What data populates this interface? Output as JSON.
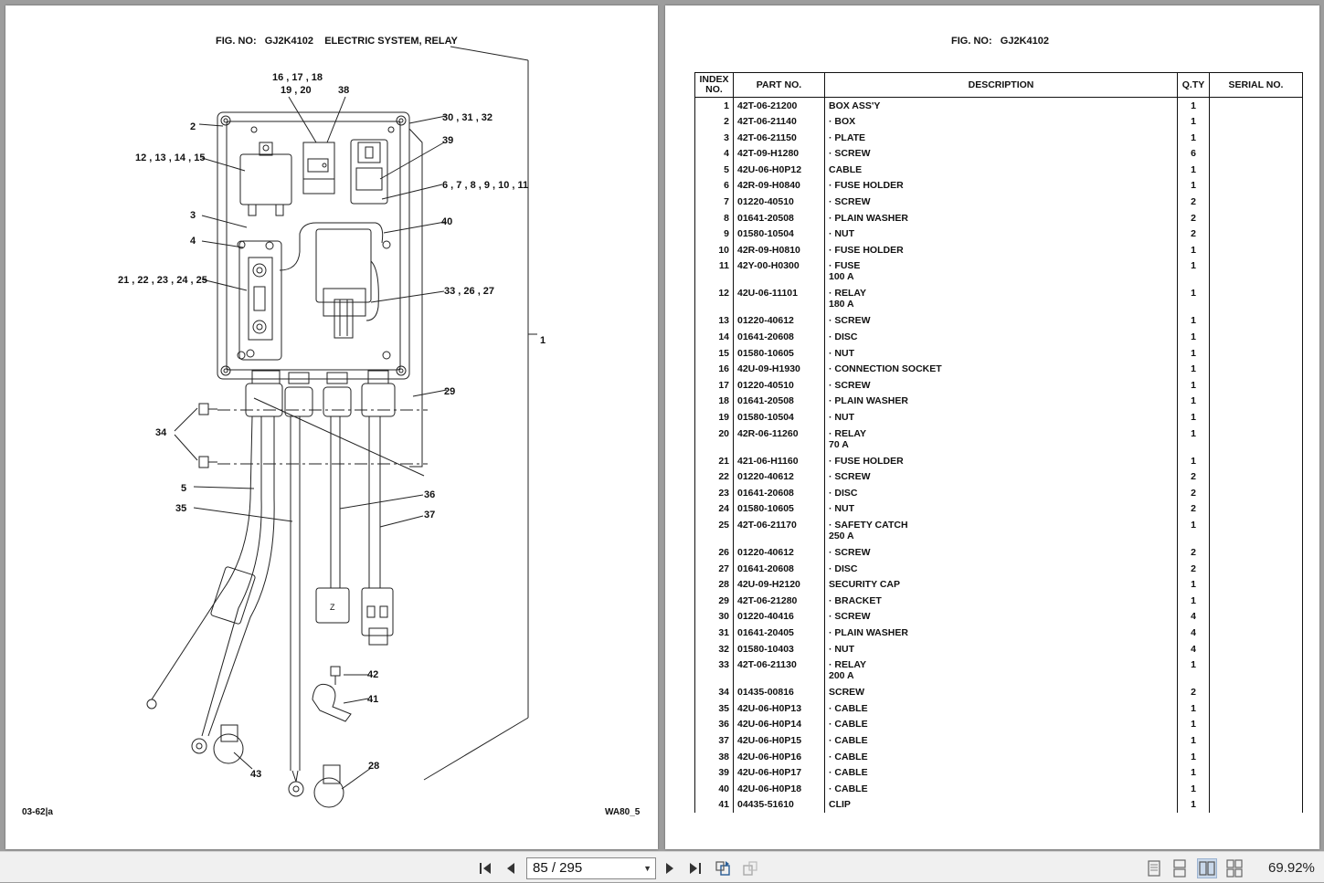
{
  "left_page": {
    "fig_title": "FIG. NO:   GJ2K4102    ELECTRIC SYSTEM, RELAY",
    "callouts": {
      "c_16_17_18": "16 , 17 , 18",
      "c_19_20": "19 , 20",
      "c_38": "38",
      "c_2": "2",
      "c_30_31_32": "30 , 31 , 32",
      "c_39": "39",
      "c_12_15": "12 , 13 , 14 , 15",
      "c_6_11": "6 , 7 , 8 , 9 , 10 , 11",
      "c_3": "3",
      "c_40": "40",
      "c_4": "4",
      "c_21_25": "21 , 22 , 23 , 24 , 25",
      "c_33_26_27": "33 , 26 , 27",
      "c_1": "1",
      "c_29": "29",
      "c_34": "34",
      "c_5": "5",
      "c_35": "35",
      "c_36": "36",
      "c_37": "37",
      "c_42": "42",
      "c_41": "41",
      "c_43": "43",
      "c_28": "28",
      "connector_letter": "Z"
    },
    "footer_left": "03-62|a",
    "footer_right": "WA80_5"
  },
  "right_page": {
    "fig_title": "FIG. NO:   GJ2K4102",
    "headers": {
      "index_line1": "INDEX",
      "index_line2": "NO.",
      "part_no": "PART NO.",
      "description": "DESCRIPTION",
      "qty": "Q.TY",
      "serial": "SERIAL NO."
    },
    "rows": [
      {
        "index": "1",
        "part": "42T-06-21200",
        "desc": "BOX ASS'Y",
        "sub": "",
        "qty": "1"
      },
      {
        "index": "2",
        "part": "42T-06-21140",
        "desc": "·  BOX",
        "sub": "",
        "qty": "1"
      },
      {
        "index": "3",
        "part": "42T-06-21150",
        "desc": "·  PLATE",
        "sub": "",
        "qty": "1"
      },
      {
        "index": "4",
        "part": "42T-09-H1280",
        "desc": "·  SCREW",
        "sub": "",
        "qty": "6"
      },
      {
        "index": "5",
        "part": "42U-06-H0P12",
        "desc": "CABLE",
        "sub": "",
        "qty": "1"
      },
      {
        "index": "6",
        "part": "42R-09-H0840",
        "desc": "·  FUSE HOLDER",
        "sub": "",
        "qty": "1"
      },
      {
        "index": "7",
        "part": "01220-40510",
        "desc": "·  SCREW",
        "sub": "",
        "qty": "2"
      },
      {
        "index": "8",
        "part": "01641-20508",
        "desc": "·  PLAIN WASHER",
        "sub": "",
        "qty": "2"
      },
      {
        "index": "9",
        "part": "01580-10504",
        "desc": "·  NUT",
        "sub": "",
        "qty": "2"
      },
      {
        "index": "10",
        "part": "42R-09-H0810",
        "desc": "·  FUSE HOLDER",
        "sub": "",
        "qty": "1"
      },
      {
        "index": "11",
        "part": "42Y-00-H0300",
        "desc": "·  FUSE",
        "sub": "100 A",
        "qty": "1"
      },
      {
        "index": "12",
        "part": "42U-06-11101",
        "desc": "·  RELAY",
        "sub": "180 A",
        "qty": "1"
      },
      {
        "index": "13",
        "part": "01220-40612",
        "desc": "·  SCREW",
        "sub": "",
        "qty": "1"
      },
      {
        "index": "14",
        "part": "01641-20608",
        "desc": "·  DISC",
        "sub": "",
        "qty": "1"
      },
      {
        "index": "15",
        "part": "01580-10605",
        "desc": "·  NUT",
        "sub": "",
        "qty": "1"
      },
      {
        "index": "16",
        "part": "42U-09-H1930",
        "desc": "·  CONNECTION SOCKET",
        "sub": "",
        "qty": "1"
      },
      {
        "index": "17",
        "part": "01220-40510",
        "desc": "·  SCREW",
        "sub": "",
        "qty": "1"
      },
      {
        "index": "18",
        "part": "01641-20508",
        "desc": "·  PLAIN WASHER",
        "sub": "",
        "qty": "1"
      },
      {
        "index": "19",
        "part": "01580-10504",
        "desc": "·  NUT",
        "sub": "",
        "qty": "1"
      },
      {
        "index": "20",
        "part": "42R-06-11260",
        "desc": "·  RELAY",
        "sub": "70 A",
        "qty": "1"
      },
      {
        "index": "21",
        "part": "421-06-H1160",
        "desc": "·  FUSE HOLDER",
        "sub": "",
        "qty": "1"
      },
      {
        "index": "22",
        "part": "01220-40612",
        "desc": "·  SCREW",
        "sub": "",
        "qty": "2"
      },
      {
        "index": "23",
        "part": "01641-20608",
        "desc": "·  DISC",
        "sub": "",
        "qty": "2"
      },
      {
        "index": "24",
        "part": "01580-10605",
        "desc": "·  NUT",
        "sub": "",
        "qty": "2"
      },
      {
        "index": "25",
        "part": "42T-06-21170",
        "desc": "·  SAFETY CATCH",
        "sub": "250 A",
        "qty": "1"
      },
      {
        "index": "26",
        "part": "01220-40612",
        "desc": "·  SCREW",
        "sub": "",
        "qty": "2"
      },
      {
        "index": "27",
        "part": "01641-20608",
        "desc": "·  DISC",
        "sub": "",
        "qty": "2"
      },
      {
        "index": "28",
        "part": "42U-09-H2120",
        "desc": "SECURITY CAP",
        "sub": "",
        "qty": "1"
      },
      {
        "index": "29",
        "part": "42T-06-21280",
        "desc": "·  BRACKET",
        "sub": "",
        "qty": "1"
      },
      {
        "index": "30",
        "part": "01220-40416",
        "desc": "·  SCREW",
        "sub": "",
        "qty": "4"
      },
      {
        "index": "31",
        "part": "01641-20405",
        "desc": "·  PLAIN WASHER",
        "sub": "",
        "qty": "4"
      },
      {
        "index": "32",
        "part": "01580-10403",
        "desc": "·  NUT",
        "sub": "",
        "qty": "4"
      },
      {
        "index": "33",
        "part": "42T-06-21130",
        "desc": "·  RELAY",
        "sub": "200 A",
        "qty": "1"
      },
      {
        "index": "34",
        "part": "01435-00816",
        "desc": "SCREW",
        "sub": "",
        "qty": "2"
      },
      {
        "index": "35",
        "part": "42U-06-H0P13",
        "desc": "·  CABLE",
        "sub": "",
        "qty": "1"
      },
      {
        "index": "36",
        "part": "42U-06-H0P14",
        "desc": "·  CABLE",
        "sub": "",
        "qty": "1"
      },
      {
        "index": "37",
        "part": "42U-06-H0P15",
        "desc": "·  CABLE",
        "sub": "",
        "qty": "1"
      },
      {
        "index": "38",
        "part": "42U-06-H0P16",
        "desc": "·  CABLE",
        "sub": "",
        "qty": "1"
      },
      {
        "index": "39",
        "part": "42U-06-H0P17",
        "desc": "·  CABLE",
        "sub": "",
        "qty": "1"
      },
      {
        "index": "40",
        "part": "42U-06-H0P18",
        "desc": "·  CABLE",
        "sub": "",
        "qty": "1"
      },
      {
        "index": "41",
        "part": "04435-51610",
        "desc": "CLIP",
        "sub": "",
        "qty": "1"
      }
    ]
  },
  "toolbar": {
    "page_input_value": "85 / 295",
    "zoom_level": "69.92%",
    "icons": [
      "first-page-icon",
      "prev-page-icon",
      "next-page-icon",
      "last-page-icon",
      "rotate-icon",
      "rotate-disabled-icon",
      "single-page-view-icon",
      "continuous-view-icon",
      "two-page-view-icon",
      "two-page-continuous-icon"
    ]
  }
}
